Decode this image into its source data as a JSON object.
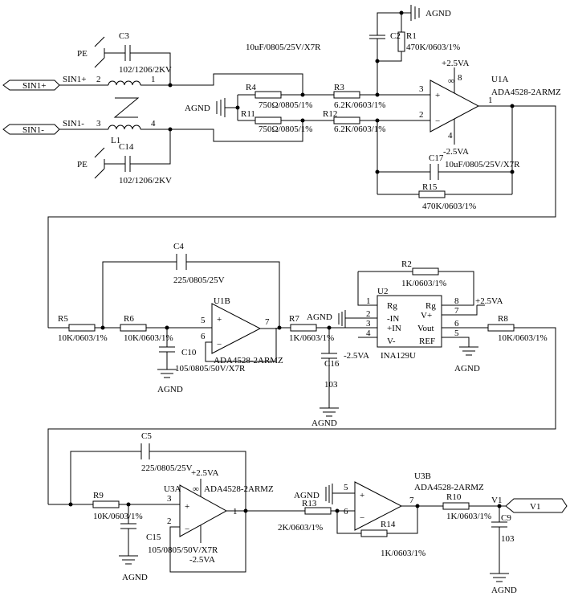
{
  "ports": {
    "sin1p": "SIN1+",
    "sin1n": "SIN1-",
    "v1": "V1"
  },
  "inputs": {
    "pe": "PE",
    "sin1p_label": "SIN1+",
    "sin1n_label": "SIN1-",
    "pin1": "1",
    "pin2": "2",
    "pin3": "3",
    "pin4": "4",
    "l1": "L1",
    "c3": "C3",
    "c3_val": "102/1206/2KV",
    "c14": "C14",
    "c14_val": "102/1206/2KV",
    "agnd": "AGND",
    "r4": "R4",
    "r4_val": "750Ω/0805/1%",
    "r11": "R11",
    "r11_val": "750Ω/0805/1%",
    "r3": "R3",
    "r3_val": "6.2K/0603/1%",
    "r12": "R12",
    "r12_val": "6.2K/0603/1%"
  },
  "u1a": {
    "ref": "U1A",
    "part": "ADA4528-2ARMZ",
    "c2": "C2",
    "c2_val": "10uF/0805/25V/X7R",
    "r1": "R1",
    "r1_val": "470K/0603/1%",
    "c17": "C17",
    "c17_val": "10uF/0805/25V/X7R",
    "r15": "R15",
    "r15_val": "470K/0603/1%",
    "pos": "+2.5VA",
    "neg": "-2.5VA",
    "inf": "∞",
    "pin1": "1",
    "pin2": "2",
    "pin3": "3",
    "pin4": "4",
    "pin8": "8",
    "plus": "+",
    "minus": "−",
    "agnd": "AGND"
  },
  "stage2": {
    "r5": "R5",
    "r5_val": "10K/0603/1%",
    "r6": "R6",
    "r6_val": "10K/0603/1%",
    "c4": "C4",
    "c4_val": "225/0805/25V",
    "c10": "C10",
    "c10_val": "105/0805/50V/X7R",
    "agnd": "AGND",
    "u1b": "U1B",
    "u1b_part": "ADA4528-2ARMZ",
    "pin5": "5",
    "pin6": "6",
    "pin7": "7",
    "plus": "+",
    "minus": "−",
    "r7": "R7",
    "r7_val": "1K/0603/1%",
    "c16": "C16",
    "c16_val": "103",
    "agnd2": "AGND"
  },
  "ina": {
    "ref": "U2",
    "part": "INA129U",
    "r2": "R2",
    "r2_val": "1K/0603/1%",
    "pos": "+2.5VA",
    "neg": "-2.5VA",
    "agnd": "AGND",
    "agnd_ref": "AGND",
    "left_pins": [
      "Rg",
      "-IN",
      "+IN",
      "V-"
    ],
    "right_pins": [
      "Rg",
      "V+",
      "Vout",
      "REF"
    ],
    "left_nums": [
      "1",
      "2",
      "3",
      "4"
    ],
    "right_nums": [
      "8",
      "7",
      "6",
      "5"
    ],
    "r8": "R8",
    "r8_val": "10K/0603/1%"
  },
  "stage3": {
    "c5": "C5",
    "c5_val": "225/0805/25V",
    "r9": "R9",
    "r9_val": "10K/0603/1%",
    "c15": "C15",
    "c15_val": "105/0805/50V/X7R",
    "agnd": "AGND",
    "u3a": "U3A",
    "u3a_part": "ADA4528-2ARMZ",
    "pos": "+2.5VA",
    "neg": "-2.5VA",
    "inf": "∞",
    "pin1": "1",
    "pin2": "2",
    "pin3": "3",
    "plus": "+",
    "minus": "−",
    "r13": "R13",
    "r13_val": "2K/0603/1%",
    "u3b": "U3B",
    "u3b_part": "ADA4528-2ARMZ",
    "agnd2": "AGND",
    "pin5": "5",
    "pin6": "6",
    "pin7": "7",
    "r14": "R14",
    "r14_val": "1K/0603/1%",
    "r10": "R10",
    "r10_val": "1K/0603/1%",
    "v1": "V1",
    "c9": "C9",
    "c9_val": "103",
    "agnd3": "AGND"
  }
}
